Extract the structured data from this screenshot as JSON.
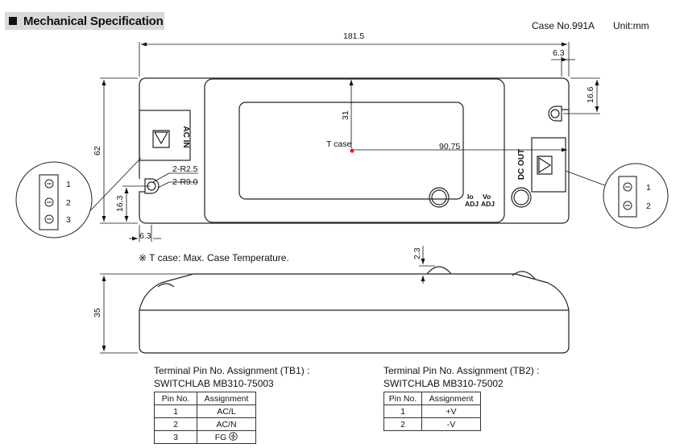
{
  "header": {
    "title": "Mechanical Specification"
  },
  "case_no": "Case No.991A",
  "unit": "Unit:mm",
  "dimensions": {
    "overall_length": "181.5",
    "mount_offset_right": "6.3",
    "mount_height_right": "16.6",
    "height": "62",
    "tcase_offset_y": "31",
    "tcase_offset_x": "90.75",
    "slot_radius_a": "2-R2.5",
    "slot_radius_b": "2-R9.0",
    "mount_height_left": "16.3",
    "mount_offset_left": "6.3",
    "knob_height": "2.3",
    "thickness": "35"
  },
  "labels": {
    "tcase": "T case",
    "ac_in": "AC IN",
    "dc_out": "DC OUT",
    "io_adj_1": "Io",
    "io_adj_2": "ADJ",
    "vo_adj_1": "Vo",
    "vo_adj_2": "ADJ",
    "tb1_pins": [
      "1",
      "2",
      "3"
    ],
    "tb2_pins": [
      "1",
      "2"
    ]
  },
  "tcase_note": "※ T case: Max. Case Temperature.",
  "tb1": {
    "title": "Terminal Pin No. Assignment (TB1) :",
    "part": "SWITCHLAB MB310-75003",
    "headers": [
      "Pin No.",
      "Assignment"
    ],
    "rows": [
      {
        "pin": "1",
        "assign": "AC/L"
      },
      {
        "pin": "2",
        "assign": "AC/N"
      },
      {
        "pin": "3",
        "assign": "FG"
      }
    ]
  },
  "tb2": {
    "title": "Terminal Pin No. Assignment (TB2) :",
    "part": "SWITCHLAB MB310-75002",
    "headers": [
      "Pin No.",
      "Assignment"
    ],
    "rows": [
      {
        "pin": "1",
        "assign": "+V"
      },
      {
        "pin": "2",
        "assign": "-V"
      }
    ]
  }
}
